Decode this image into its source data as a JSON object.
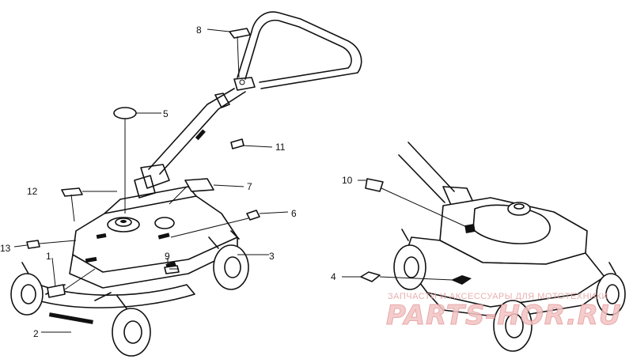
{
  "diagram": {
    "callouts": [
      {
        "id": "1",
        "label": "1"
      },
      {
        "id": "2",
        "label": "2"
      },
      {
        "id": "3",
        "label": "3"
      },
      {
        "id": "4",
        "label": "4"
      },
      {
        "id": "5",
        "label": "5"
      },
      {
        "id": "6",
        "label": "6"
      },
      {
        "id": "7",
        "label": "7"
      },
      {
        "id": "8",
        "label": "8"
      },
      {
        "id": "9",
        "label": "9"
      },
      {
        "id": "10",
        "label": "10"
      },
      {
        "id": "11",
        "label": "11"
      },
      {
        "id": "12",
        "label": "12"
      },
      {
        "id": "13",
        "label": "13"
      }
    ]
  },
  "watermark": {
    "tagline": "ЗАПЧАСТИ И АКСЕССУАРЫ ДЛЯ МОТОТЕХНИКИ",
    "logo_text": "PARTS-HOR.RU"
  }
}
